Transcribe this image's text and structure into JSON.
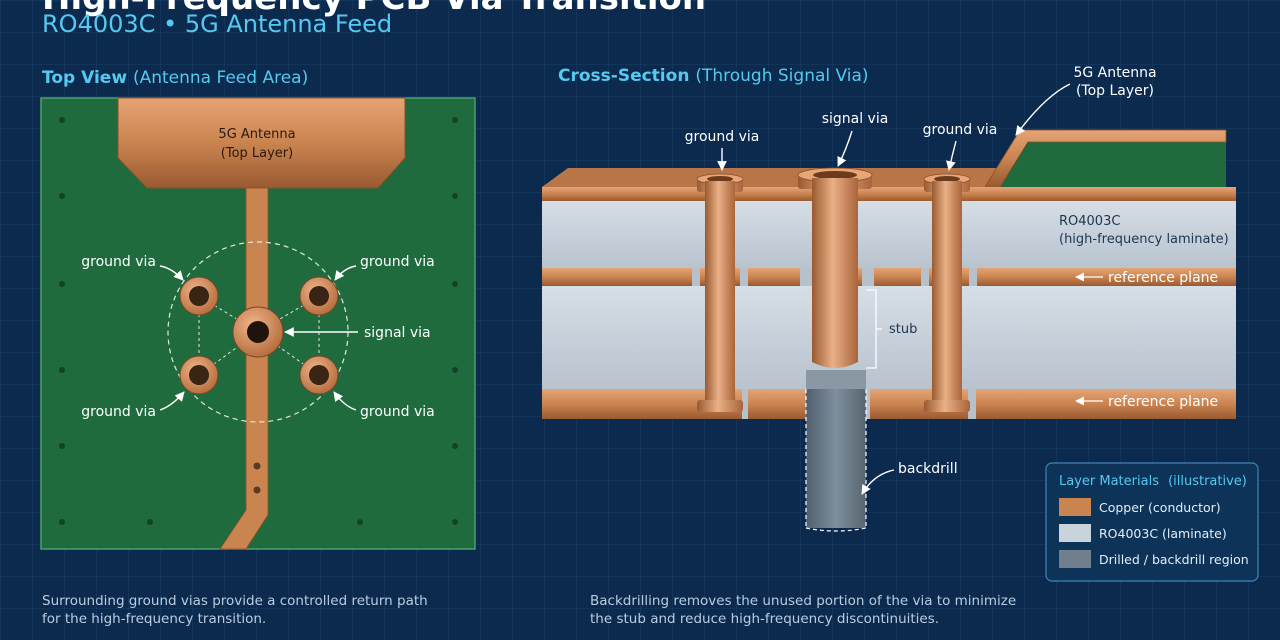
{
  "header": {
    "title": "High-Frequency PCB Via Transition",
    "subtitle": "RO4003C  •  5G Antenna Feed"
  },
  "top_view": {
    "heading": "Top View",
    "heading_sub": "(Antenna Feed Area)",
    "antenna_label_line1": "5G Antenna",
    "antenna_label_line2": "(Top Layer)",
    "ground_via_label": "ground via",
    "signal_via_label": "signal via",
    "caption_line1": "Surrounding ground vias provide a controlled return path",
    "caption_line2": "for the high-frequency transition."
  },
  "cross_section": {
    "heading": "Cross-Section",
    "heading_sub": "(Through Signal Via)",
    "antenna_label_line1": "5G Antenna",
    "antenna_label_line2": "(Top Layer)",
    "ground_via_label": "ground via",
    "signal_via_label": "signal via",
    "laminate_label_line1": "RO4003C",
    "laminate_label_line2": "(high-frequency laminate)",
    "reference_plane_label": "reference plane",
    "stub_label": "stub",
    "backdrill_label": "backdrill",
    "caption_line1": "Backdrilling removes the unused portion of the via to minimize",
    "caption_line2": "the stub and reduce high-frequency discontinuities."
  },
  "legend": {
    "title": "Layer Materials",
    "title_sub": "(illustrative)",
    "items": [
      {
        "label": "Copper (conductor)",
        "color": "#c98450"
      },
      {
        "label": "RO4003C (laminate)",
        "color": "#c9d3dc"
      },
      {
        "label": "Drilled / backdrill region",
        "color": "#6f7f8d"
      }
    ]
  },
  "colors": {
    "background": "#0b2a4e",
    "accent": "#56c9f0",
    "copper": "#c98450",
    "solder_mask": "#1f6b3e",
    "laminate": "#c9d3dc",
    "backdrill": "#6f7f8d"
  }
}
